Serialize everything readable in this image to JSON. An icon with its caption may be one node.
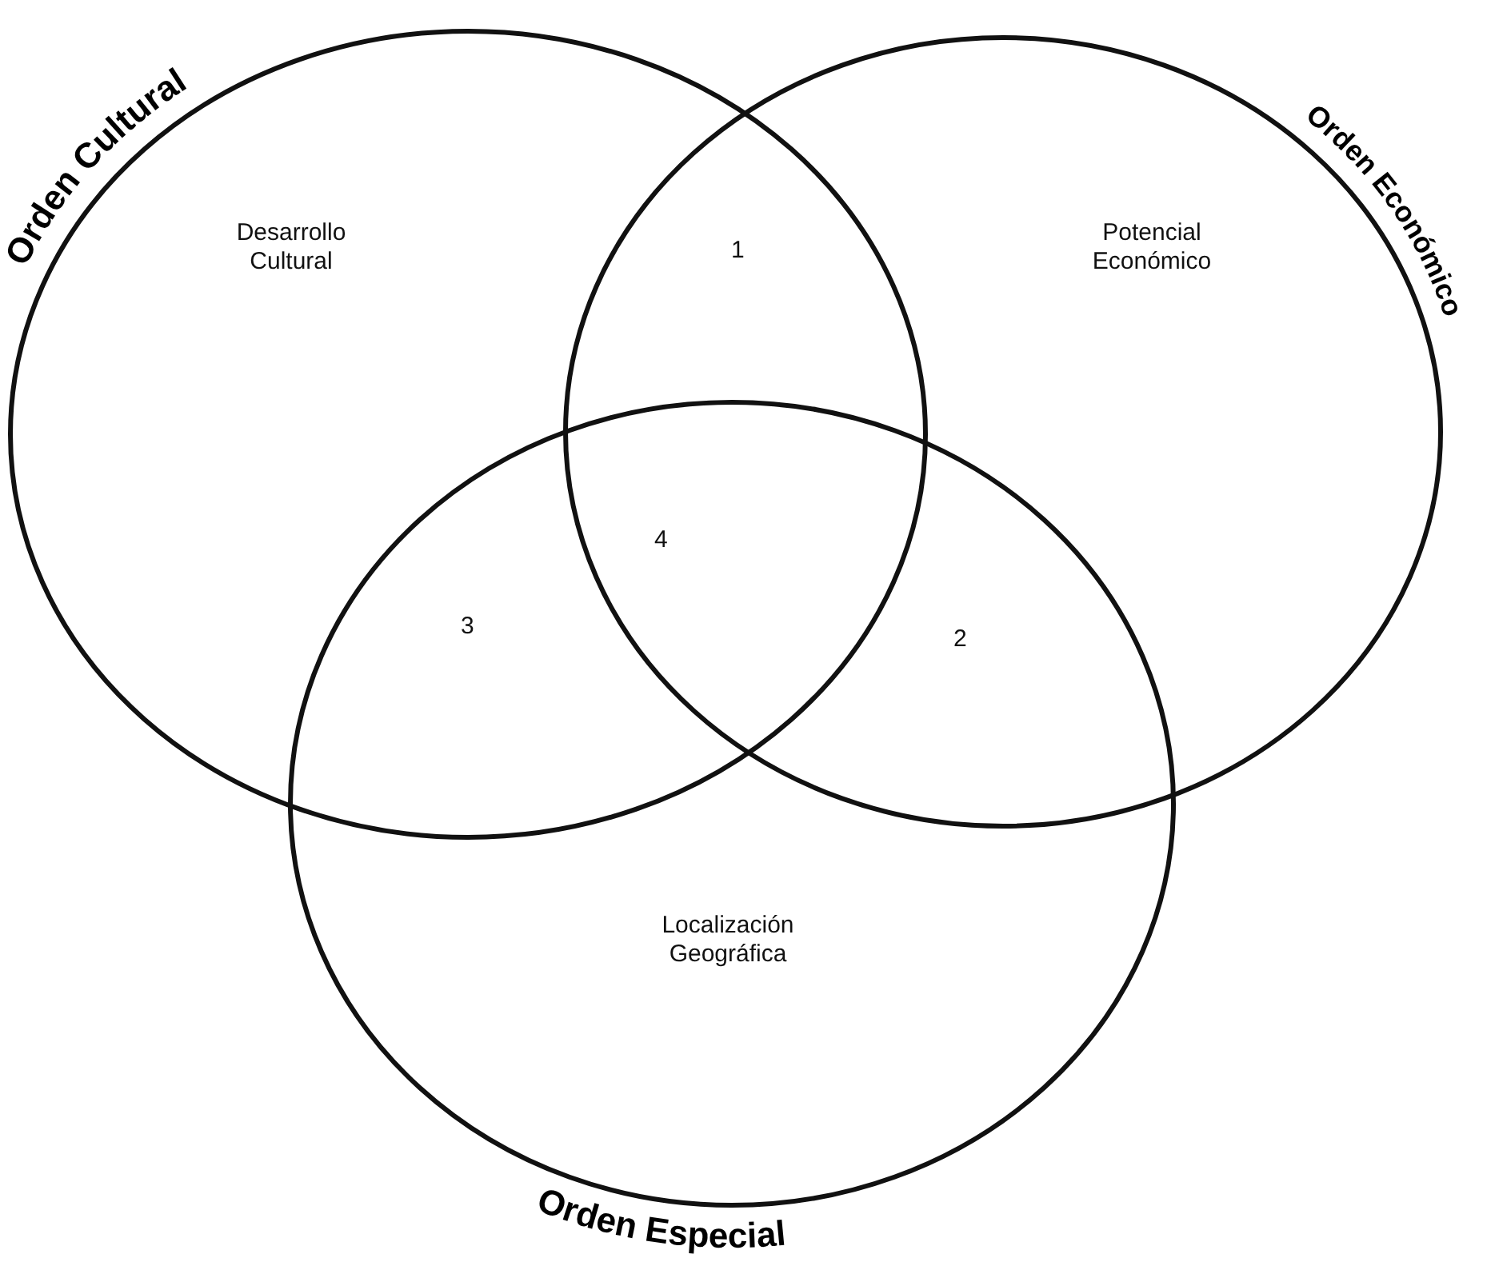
{
  "diagram": {
    "nodes": [
      {
        "text": [
          "Orden Cultural",
          "Desarrollo Cultural"
        ]
      },
      {
        "text": [
          "Potencial Económico",
          "Orden Económico"
        ]
      },
      {
        "text": [
          "Localización Geográfica",
          "Orden Especial"
        ]
      }
    ],
    "labels": [
      "1",
      "4",
      "3",
      "2"
    ]
  }
}
